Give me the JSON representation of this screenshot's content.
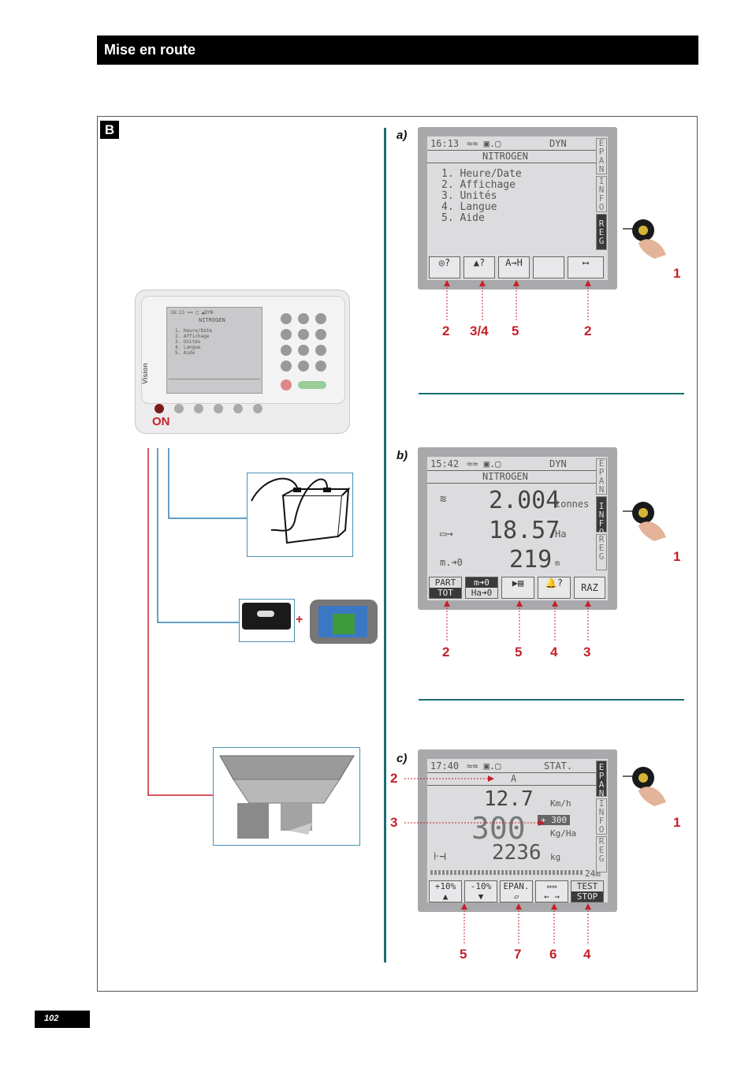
{
  "header": {
    "title": "Mise en route"
  },
  "section": {
    "label": "B"
  },
  "console": {
    "on_label": "ON",
    "brand": "Vision",
    "menu_title": "NITROGEN",
    "menu_items": [
      "1. Heure/Date",
      "2. Affichage",
      "3. Unités",
      "4. Langue",
      "5. Aide"
    ],
    "plus": "+"
  },
  "panels": {
    "a": {
      "label": "a)",
      "status": {
        "time": "16:13",
        "mode": "DYN"
      },
      "title": "NITROGEN",
      "menu_items": [
        "1. Heure/Date",
        "2. Affichage",
        "3. Unités",
        "4. Langue",
        "5. Aide"
      ],
      "side_tabs": [
        "EPAN",
        "INFO",
        "REG"
      ],
      "active_tab": "REG",
      "softkeys": [
        "A→H"
      ],
      "callouts": [
        "2",
        "3/4",
        "5",
        "2"
      ],
      "press": "1"
    },
    "b": {
      "label": "b)",
      "status": {
        "time": "15:42",
        "mode": "DYN"
      },
      "title": "NITROGEN",
      "rows": [
        {
          "value": "2.004",
          "unit": "tonnes"
        },
        {
          "value": "18.57",
          "unit": "Ha"
        },
        {
          "prefix": "m.➜0",
          "value": "219",
          "unit": "m"
        }
      ],
      "side_tabs": [
        "EPAN",
        "INFO",
        "REG"
      ],
      "active_tab": "INFO",
      "softkeys": [
        "PART",
        "TOT",
        "m➜0",
        "Ha➜0",
        "RAZ"
      ],
      "callouts": [
        "2",
        "5",
        "4",
        "3"
      ],
      "press": "1"
    },
    "c": {
      "label": "c)",
      "status": {
        "time": "17:40",
        "mode": "STAT."
      },
      "title": "A",
      "speed": {
        "value": "12.7",
        "unit": "Km/h"
      },
      "rate": {
        "value": "300",
        "unit": "Kg/Ha",
        "target": "300"
      },
      "weight": {
        "value": "2236",
        "unit": "kg"
      },
      "width": "24m",
      "side_tabs": [
        "EPAN",
        "INFO",
        "REG"
      ],
      "active_tab": "EPAN",
      "softkeys": [
        "+10%",
        "-10%",
        "EPAN.",
        "TEST",
        "STOP"
      ],
      "callouts_left": [
        "2",
        "3"
      ],
      "callouts": [
        "5",
        "7",
        "6",
        "4"
      ],
      "press": "1"
    }
  },
  "footer": {
    "page_number": "102"
  }
}
